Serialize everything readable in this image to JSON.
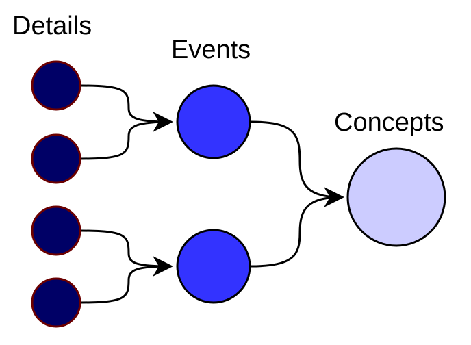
{
  "labels": {
    "details": "Details",
    "events": "Events",
    "concepts": "Concepts"
  },
  "colors": {
    "detail_fill": "#000066",
    "detail_stroke": "#6b0000",
    "event_fill": "#3333ff",
    "event_stroke": "#000000",
    "concept_fill": "#ccccff",
    "concept_stroke": "#000000",
    "edge": "#000000"
  },
  "nodes": {
    "details": [
      "detail-1",
      "detail-2",
      "detail-3",
      "detail-4"
    ],
    "events": [
      "event-1",
      "event-2"
    ],
    "concepts": [
      "concept-1"
    ]
  },
  "edges": [
    {
      "from": "detail-1",
      "to": "event-1"
    },
    {
      "from": "detail-2",
      "to": "event-1"
    },
    {
      "from": "detail-3",
      "to": "event-2"
    },
    {
      "from": "detail-4",
      "to": "event-2"
    },
    {
      "from": "event-1",
      "to": "concept-1"
    },
    {
      "from": "event-2",
      "to": "concept-1"
    }
  ]
}
